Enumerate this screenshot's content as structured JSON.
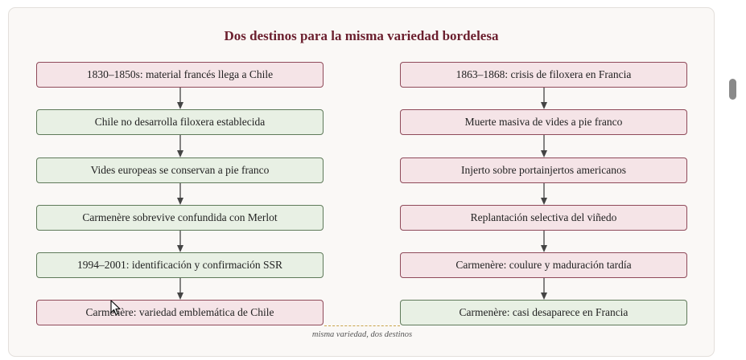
{
  "diagram": {
    "title": "Dos destinos para la misma variedad bordelesa",
    "left_column": [
      {
        "text": "1830–1850s: material francés llega a Chile",
        "tone": "pink"
      },
      {
        "text": "Chile no desarrolla filoxera establecida",
        "tone": "green"
      },
      {
        "text": "Vides europeas se conservan a pie franco",
        "tone": "green"
      },
      {
        "text": "Carmenère sobrevive confundida con Merlot",
        "tone": "green"
      },
      {
        "text": "1994–2001: identificación y confirmación SSR",
        "tone": "green"
      },
      {
        "text": "Carmenère: variedad emblemática de Chile",
        "tone": "pink"
      }
    ],
    "right_column": [
      {
        "text": "1863–1868: crisis de filoxera en Francia",
        "tone": "pink"
      },
      {
        "text": "Muerte masiva de vides a pie franco",
        "tone": "pink"
      },
      {
        "text": "Injerto sobre portainjertos americanos",
        "tone": "pink"
      },
      {
        "text": "Replantación selectiva del viñedo",
        "tone": "pink"
      },
      {
        "text": "Carmenère: coulure y maduración tardía",
        "tone": "pink"
      },
      {
        "text": "Carmenère: casi desaparece en Francia",
        "tone": "green"
      }
    ],
    "link_label": "misma variedad, dos destinos"
  },
  "colors": {
    "title": "#6b1f2e",
    "pink_fill": "#f5e4e7",
    "pink_border": "#8f4a5a",
    "green_fill": "#e8f0e4",
    "green_border": "#5f7a5a",
    "dashed_link": "#c9a34a"
  }
}
